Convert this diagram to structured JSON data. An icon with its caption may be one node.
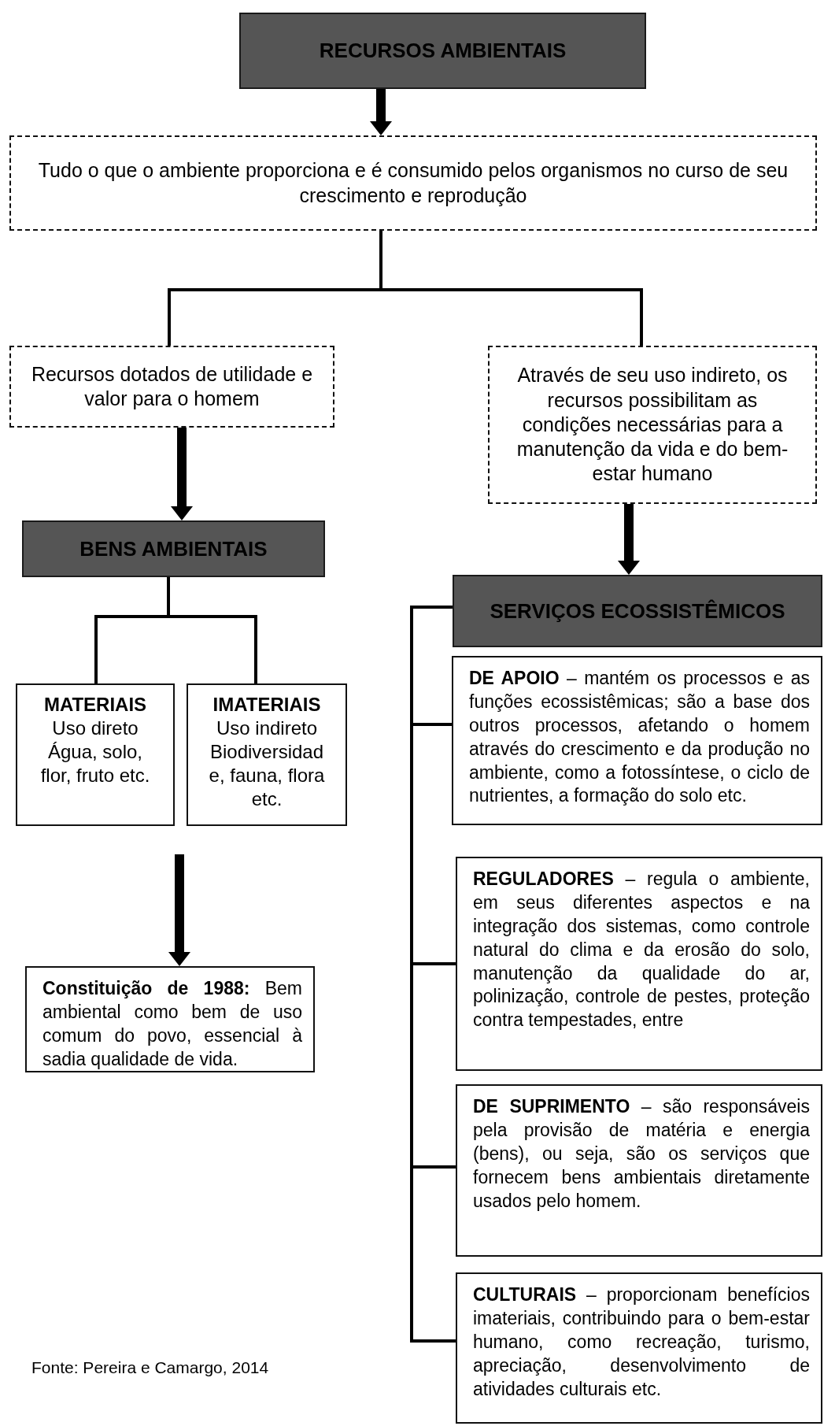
{
  "diagram": {
    "nodes": [
      {
        "text": [
          "RECURSOS AMBIENTAIS"
        ]
      },
      {
        "text": [
          "Tudo o que o ambiente proporciona e é consumido pelos organismos no curso de seu crescimento e reprodução"
        ]
      },
      {
        "text": [
          "Recursos dotados de utilidade e valor para o homem"
        ]
      },
      {
        "text": [
          "Através de seu uso indireto, os recursos possibilitam as condições necessárias para a manutenção da vida e do bem-estar humano"
        ]
      },
      {
        "text": [
          "BENS AMBIENTAIS"
        ]
      },
      {
        "text": [
          "MATERIAIS",
          "Uso direto",
          "Água, solo, flor, fruto etc."
        ]
      },
      {
        "text": [
          "IMATERIAIS",
          "Uso indireto",
          "Biodiversidad e, fauna, flora etc."
        ]
      },
      {
        "text": [
          "**Constituição de 1988:** Bem ambiental como bem de uso comum do povo, essencial à sadia qualidade de vida."
        ]
      },
      {
        "text": [
          "SERVIÇOS ECOSSISTÊMICOS"
        ]
      },
      {
        "text": [
          "**DE APOIO** – mantém os processos e as funções ecossistêmicas; são a base dos outros processos, afetando o homem através do crescimento e da produção no ambiente, como a fotossíntese, o ciclo de nutrientes, a formação do solo etc."
        ]
      },
      {
        "text": [
          "**REGULADORES** – regula o ambiente, em seus diferentes aspectos e na integração dos sistemas, como controle natural do clima e da erosão do solo, manutenção da qualidade do ar, polinização, controle de pestes, proteção contra tempestades, entre"
        ]
      },
      {
        "text": [
          "**DE SUPRIMENTO** – são responsáveis pela provisão de matéria e energia (bens), ou seja, são os serviços que fornecem bens ambientais diretamente usados pelo homem."
        ]
      },
      {
        "text": [
          "**CULTURAIS** – proporcionam benefícios imateriais, contribuindo para o bem-estar humano, como recreação, turismo, apreciação, desenvolvimento de atividades culturais etc."
        ]
      }
    ],
    "edges": [
      {
        "from": 0,
        "to": 1,
        "arrow": "to",
        "style": "thick"
      },
      {
        "from": 1,
        "to": 2,
        "arrow": "none"
      },
      {
        "from": 1,
        "to": 3,
        "arrow": "none"
      },
      {
        "from": 2,
        "to": 4,
        "arrow": "to",
        "style": "thick"
      },
      {
        "from": 3,
        "to": 8,
        "arrow": "to",
        "style": "thick"
      },
      {
        "from": 4,
        "to": 5,
        "arrow": "none"
      },
      {
        "from": 4,
        "to": 6,
        "arrow": "none"
      },
      {
        "from": 5,
        "to": 7,
        "arrow": "to",
        "style": "thick"
      },
      {
        "from": 6,
        "to": 7,
        "arrow": "to",
        "style": "thick"
      },
      {
        "from": 8,
        "to": 9,
        "arrow": "none"
      },
      {
        "from": 8,
        "to": 10,
        "arrow": "none"
      },
      {
        "from": 8,
        "to": 11,
        "arrow": "none"
      },
      {
        "from": 8,
        "to": 12,
        "arrow": "none"
      }
    ],
    "labels": [
      "Fonte: Pereira e Camargo, 2014"
    ]
  }
}
